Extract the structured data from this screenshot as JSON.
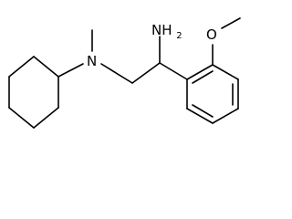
{
  "molecule": {
    "atoms": {
      "n_label": "N",
      "nh2_label": "NH",
      "nh2_subscript": "2",
      "o_label": "O"
    }
  }
}
